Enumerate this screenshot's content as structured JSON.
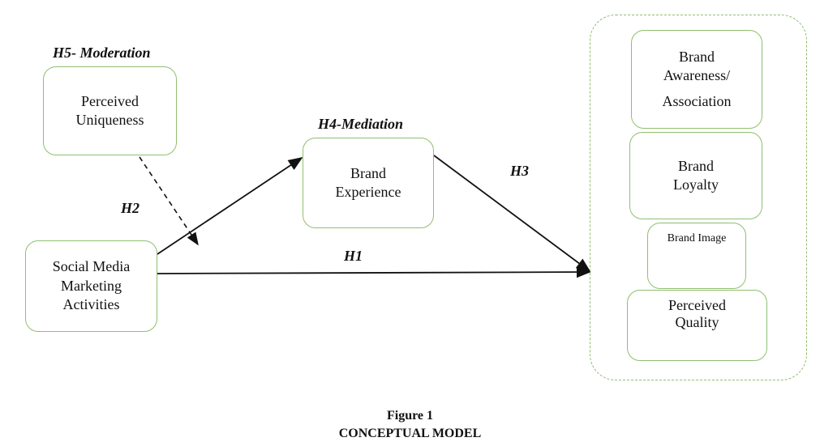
{
  "boxes": {
    "perceived_uniqueness": [
      "Perceived",
      "Uniqueness"
    ],
    "social_media": [
      "Social Media",
      "Marketing",
      "Activities"
    ],
    "brand_experience": [
      "Brand",
      "Experience"
    ],
    "brand_awareness": [
      "Brand",
      "Awareness/",
      "Association"
    ],
    "brand_loyalty": [
      "Brand",
      "Loyalty"
    ],
    "brand_image": [
      "Brand Image"
    ],
    "perceived_quality": [
      "Perceived",
      "Quality"
    ]
  },
  "labels": {
    "h5": "H5- Moderation",
    "h4": "H4-Mediation",
    "h3": "H3",
    "h2": "H2",
    "h1": "H1"
  },
  "caption": {
    "figure": "Figure 1",
    "title": "CONCEPTUAL MODEL"
  },
  "colors": {
    "box_border": "#8fbf6f",
    "arrow": "#111111"
  }
}
